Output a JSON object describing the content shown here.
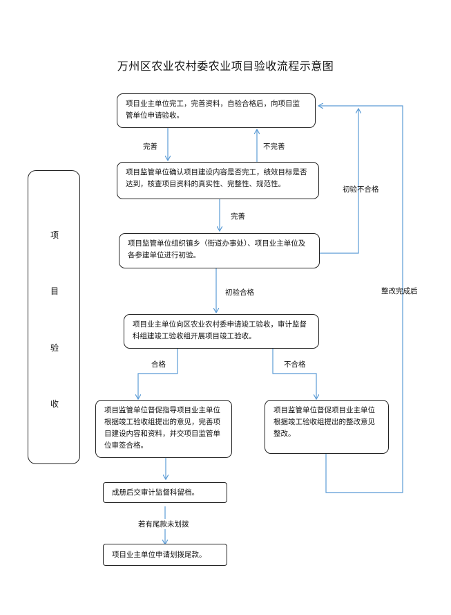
{
  "title": "万州区农业农村委农业项目验收流程示意图",
  "side_label": [
    "项",
    "目",
    "验",
    "收"
  ],
  "nodes": {
    "n1": "项目业主单位完工，完善资料，自验合格后，向项目监管单位申请验收。",
    "n2": "项目监管单位确认项目建设内容是否完工，绩效目标是否达到，核查项目资料的真实性、完整性、规范性。",
    "n3": "项目监管单位组织镇乡（街道办事处）、项目业主单位及各参建单位进行初验。",
    "n4": "项目业主单位向区农业农村委申请竣工验收，审计监督科组建竣工验收组开展项目竣工验收。",
    "n5": "项目监管单位督促指导项目业主单位根据竣工验收组提出的意见，完善项目建设内容和资料，并交项目监管单位审签合格。",
    "n6": "项目监管单位督促项目业主单位根据竣工验收组提出的整改意见整改。",
    "n7": "成册后交审计监督科留档。",
    "n8": "项目业主单位申请划拨尾款。"
  },
  "edge_labels": {
    "e1": "完善",
    "e2": "不完善",
    "e3": "完善",
    "e4": "初验不合格",
    "e5": "初验合格",
    "e6": "整改完成后",
    "e7": "合格",
    "e8": "不合格",
    "e9": "若有尾款未划拨"
  },
  "colors": {
    "arrow": "#5b9bd5",
    "border": "#222222"
  }
}
